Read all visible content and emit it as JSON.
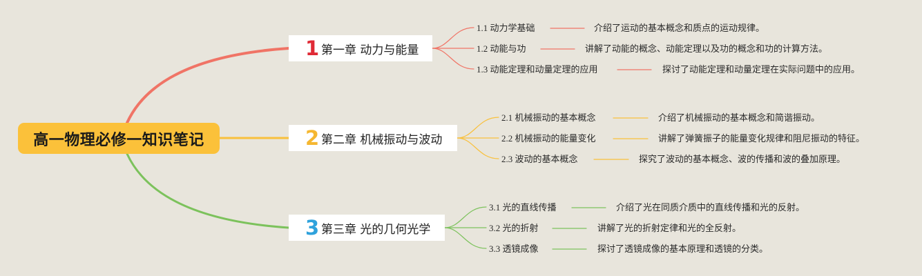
{
  "title": "高一物理必修一知识笔记",
  "colors": {
    "background": "#e8e5dc",
    "root": "#fbc13a",
    "chapter1": "#f07466",
    "chapter2": "#f9c03b",
    "chapter3": "#7cc25c"
  },
  "chapters": [
    {
      "num": "1",
      "num_color": "#e02a36",
      "label": "第一章 动力与能量",
      "items": [
        {
          "label": "1.1 动力学基础",
          "desc": "介绍了运动的基本概念和质点的运动规律。"
        },
        {
          "label": "1.2 动能与功",
          "desc": "讲解了动能的概念、动能定理以及功的概念和功的计算方法。"
        },
        {
          "label": "1.3 动能定理和动量定理的应用",
          "desc": "探讨了动能定理和动量定理在实际问题中的应用。"
        }
      ]
    },
    {
      "num": "2",
      "num_color": "#f5b731",
      "label": "第二章 机械振动与波动",
      "items": [
        {
          "label": "2.1 机械振动的基本概念",
          "desc": "介绍了机械振动的基本概念和简谐振动。"
        },
        {
          "label": "2.2 机械振动的能量变化",
          "desc": "讲解了弹簧振子的能量变化规律和阻尼振动的特征。"
        },
        {
          "label": "2.3 波动的基本概念",
          "desc": "探究了波动的基本概念、波的传播和波的叠加原理。"
        }
      ]
    },
    {
      "num": "3",
      "num_color": "#2fa2dc",
      "label": "第三章 光的几何光学",
      "items": [
        {
          "label": "3.1 光的直线传播",
          "desc": "介绍了光在同质介质中的直线传播和光的反射。"
        },
        {
          "label": "3.2 光的折射",
          "desc": "讲解了光的折射定律和光的全反射。"
        },
        {
          "label": "3.3 透镜成像",
          "desc": "探讨了透镜成像的基本原理和透镜的分类。"
        }
      ]
    }
  ]
}
